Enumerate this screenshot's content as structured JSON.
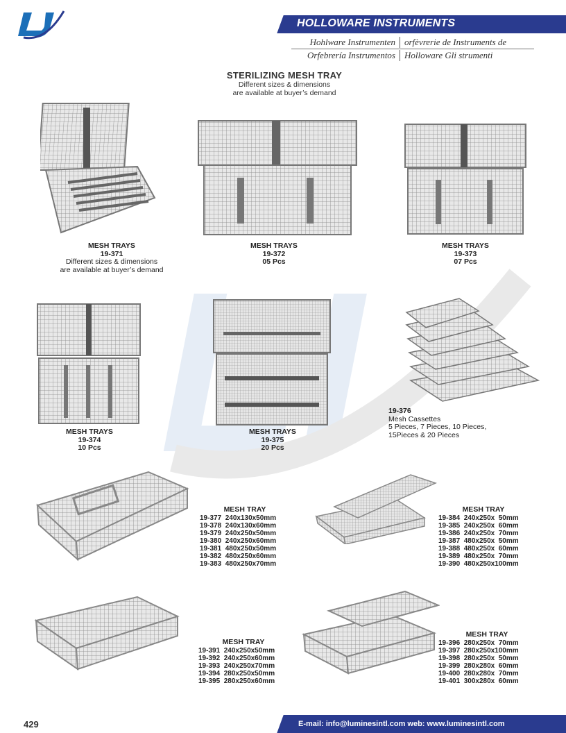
{
  "header": {
    "logo_text": "LI",
    "title": "HOLLOWARE INSTRUMENTS",
    "lang_row1_left": "Hohlware Instrumenten",
    "lang_row1_right": "orfèvrerie de Instruments de",
    "lang_row2_left": "Orfebrería Instrumentos",
    "lang_row2_right": "Holloware Gli strumenti"
  },
  "section": {
    "title": "STERILIZING MESH TRAY",
    "sub1": "Different sizes & dimensions",
    "sub2": "are available at buyer’s demand"
  },
  "trays": {
    "t371": {
      "title": "MESH TRAYS",
      "code": "19-371",
      "note1": "Different sizes & dimensions",
      "note2": "are available at buyer’s demand"
    },
    "t372": {
      "title": "MESH TRAYS",
      "code": "19-372",
      "qty": "05 Pcs"
    },
    "t373": {
      "title": "MESH TRAYS",
      "code": "19-373",
      "qty": "07 Pcs"
    },
    "t374": {
      "title": "MESH TRAYS",
      "code": "19-374",
      "qty": "10 Pcs"
    },
    "t375": {
      "title": "MESH TRAYS",
      "code": "19-375",
      "qty": "20 Pcs"
    },
    "t376": {
      "code": "19-376",
      "l1": "Mesh Cassettes",
      "l2": "5 Pieces, 7 Pieces, 10 Pieces,",
      "l3": "15Pieces & 20 Pieces"
    }
  },
  "specs": {
    "a": {
      "title": "MESH TRAY",
      "rows": [
        "19-377  240x130x50mm",
        "19-378  240x130x60mm",
        "19-379  240x250x50mm",
        "19-380  240x250x60mm",
        "19-381  480x250x50mm",
        "19-382  480x250x60mm",
        "19-383  480x250x70mm"
      ]
    },
    "b": {
      "title": "MESH TRAY",
      "rows": [
        "19-384  240x250x  50mm",
        "19-385  240x250x  60mm",
        "19-386  240x250x  70mm",
        "19-387  480x250x  50mm",
        "19-388  480x250x  60mm",
        "19-389  480x250x  70mm",
        "19-390  480x250x100mm"
      ]
    },
    "c": {
      "title": "MESH TRAY",
      "rows": [
        "19-391  240x250x50mm",
        "19-392  240x250x60mm",
        "19-393  240x250x70mm",
        "19-394  280x250x50mm",
        "19-395  280x250x60mm"
      ]
    },
    "d": {
      "title": "MESH TRAY",
      "rows": [
        "19-396  280x250x  70mm",
        "19-397  280x250x100mm",
        "19-398  280x250x  50mm",
        "19-399  280x280x  60mm",
        "19-400  280x280x  70mm",
        "19-401  300x280x  60mm"
      ]
    }
  },
  "footer": {
    "page_number": "429",
    "contact": "E-mail: info@luminesintl.com  web: www.luminesintl.com"
  }
}
